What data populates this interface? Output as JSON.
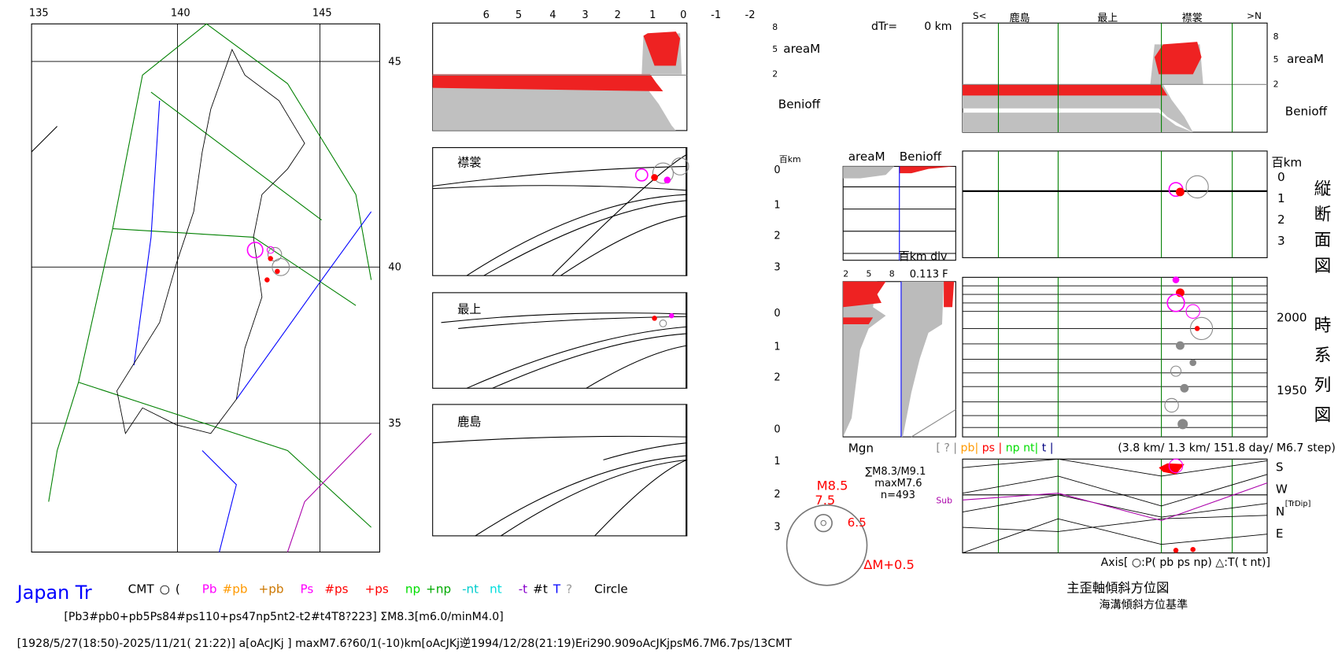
{
  "map": {
    "lon_labels": [
      "135",
      "140",
      "145"
    ],
    "lat_labels": [
      "45",
      "40",
      "35"
    ]
  },
  "section_top": {
    "x_ticks": [
      "6",
      "5",
      "4",
      "3",
      "2",
      "1",
      "0",
      "-1",
      "-2"
    ],
    "right_ticks": [
      "8",
      "5",
      "2"
    ],
    "areaM_label": "areaM",
    "benioff_label": "Benioff"
  },
  "cross_sections": [
    {
      "name": "襟裳",
      "depth_ticks": [
        "0",
        "1",
        "2",
        "3"
      ]
    },
    {
      "name": "最上",
      "depth_ticks": [
        "0",
        "1",
        "2"
      ]
    },
    {
      "name": "鹿島",
      "depth_ticks": [
        "0",
        "1",
        "2",
        "3"
      ]
    }
  ],
  "depth_unit": "百km",
  "right_header": {
    "dtr_label": "dTr=",
    "dtr_value": "0 km",
    "s_label": "S<",
    "n_label": ">N",
    "regions": [
      "鹿島",
      "最上",
      "襟裳"
    ],
    "right_ticks": [
      "8",
      "5",
      "2"
    ],
    "areaM_label": "areaM",
    "benioff_label": "Benioff"
  },
  "right_cross": {
    "unit": "百km",
    "depth_ticks": [
      "0",
      "1",
      "2",
      "3"
    ],
    "vertical_title": [
      "縦",
      "断",
      "面",
      "図"
    ]
  },
  "small_panel": {
    "areaM_label": "areaM",
    "benioff_label": "Benioff",
    "div_label": "百km div",
    "mgn_ticks": [
      "2",
      "5",
      "8"
    ],
    "f_value": "0.113 F",
    "mgn_label": "Mgn"
  },
  "time_panel": {
    "year_ticks": [
      "2000",
      "1950"
    ],
    "vertical_title": [
      "時",
      "系",
      "列",
      "図"
    ]
  },
  "legend_row": {
    "items": [
      {
        "text": "[ ? |",
        "color": "#888888"
      },
      {
        "text": "pb|",
        "color": "#ff9900"
      },
      {
        "text": "ps |",
        "color": "#ff0000"
      },
      {
        "text": "np nt|",
        "color": "#00dd00"
      },
      {
        "text": "t |",
        "color": "#000080"
      }
    ],
    "step": "(3.8 km/ 1.3 km/ 151.8 day/ M6.7 step)"
  },
  "axis_panel": {
    "labels": [
      "S",
      "W",
      "N",
      "E"
    ],
    "trdip": "[TrDip]",
    "sub_label": "Sub",
    "axis_legend": "Axis[ ○:P( pb ps np) △:T( t nt)]",
    "title": "主歪軸傾斜方位図",
    "subtitle": "海溝傾斜方位基準"
  },
  "mag_legend": {
    "m85": "M8.5",
    "m75": "7.5",
    "m65": "6.5",
    "dm": "ΔM+0.5",
    "sum": "∑M8.3/M9.1",
    "max": "maxM7.6",
    "n": "n=493"
  },
  "footer": {
    "title": "Japan Tr",
    "cmt_items": [
      {
        "text": "CMT  ○ (",
        "color": "#000000"
      },
      {
        "text": "Pb",
        "color": "#ff00ff"
      },
      {
        "text": "#pb",
        "color": "#ff9900"
      },
      {
        "text": "+pb",
        "color": "#cc7700"
      },
      {
        "text": "Ps",
        "color": "#ff00ff"
      },
      {
        "text": "#ps",
        "color": "#ff0000"
      },
      {
        "text": "+ps",
        "color": "#ff0000"
      },
      {
        "text": "np",
        "color": "#00dd00"
      },
      {
        "text": "+np",
        "color": "#00aa00"
      },
      {
        "text": "-nt",
        "color": "#00cccc"
      },
      {
        "text": "nt",
        "color": "#00dddd"
      },
      {
        "text": "-t",
        "color": "#8800cc"
      },
      {
        "text": "#t",
        "color": "#000000"
      },
      {
        "text": "T",
        "color": "#0000ff"
      },
      {
        "text": "?",
        "color": "#999999"
      },
      {
        "text": "Circle",
        "color": "#000000"
      }
    ],
    "counts": "[Pb3#pb0+pb5Ps84#ps110+ps47np5nt2-t2#t4T8?223] ΣM8.3[m6.0/minM4.0]",
    "range": "[1928/5/27(18:50)-2025/11/21( 21:22)] a[oAcJKj ] maxM7.6?60/1(-10)km[oAcJKj逆1994/12/28(21:19)Eri290.909oAcJKjpsM6.7M6.7ps/13CMT"
  },
  "colors": {
    "grid": "#008000",
    "event": "#ff0000",
    "event2": "#ff00ff",
    "gray": "#bbbbbb",
    "title": "#0000ff"
  }
}
